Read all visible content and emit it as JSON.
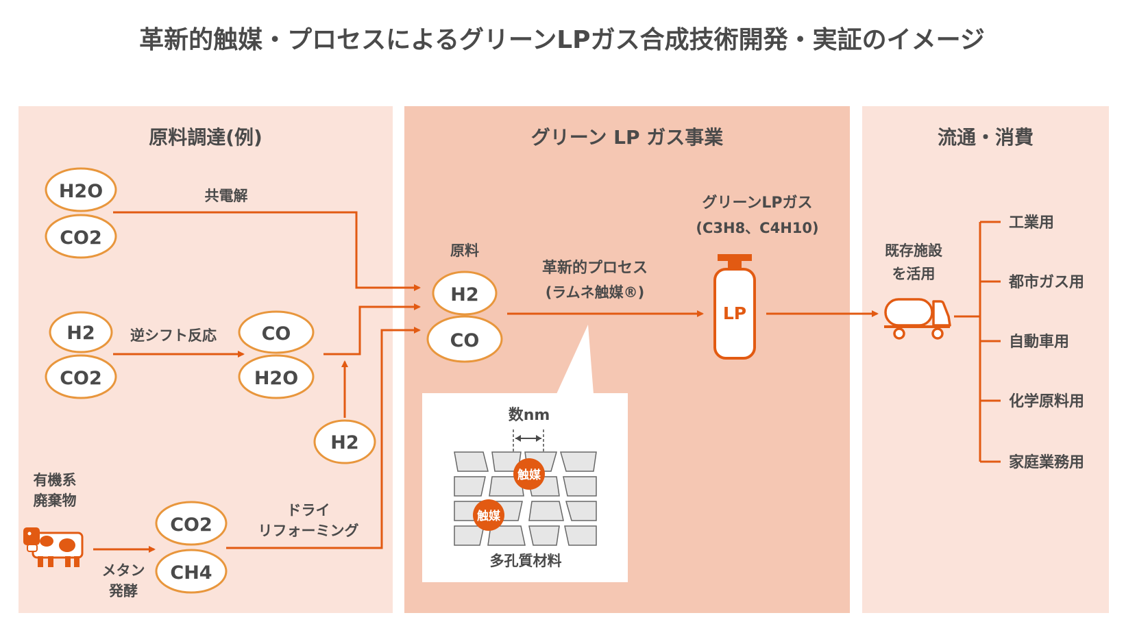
{
  "title": "革新的触媒・プロセスによるグリーンLPガス合成技術開発・実証のイメージ",
  "colors": {
    "panel_light": "#fbe3da",
    "panel_mid": "#f5c7b3",
    "accent": "#e25a12",
    "ellipse_border": "#e8963c",
    "text": "#4a4a4a"
  },
  "sections": {
    "raw": "原料調達(例)",
    "green": "グリーン LP ガス事業",
    "dist": "流通・消費"
  },
  "raw": {
    "h2o": "H2O",
    "co2": "CO2",
    "co_electrolysis": "共電解",
    "h2": "H2",
    "reverse_shift": "逆シフト反応",
    "co": "CO",
    "organic_waste_1": "有機系",
    "organic_waste_2": "廃棄物",
    "methane_1": "メタン",
    "methane_2": "発酵",
    "ch4": "CH4",
    "dry_1": "ドライ",
    "dry_2": "リフォーミング"
  },
  "green": {
    "feed_label": "原料",
    "h2": "H2",
    "co": "CO",
    "process_1": "革新的プロセス",
    "process_2": "(ラムネ触媒®)",
    "lpg_1": "グリーンLPガス",
    "lpg_2": "(C3H8、C4H10)",
    "cylinder": "LP",
    "inset_scale": "数nm",
    "catalyst": "触媒",
    "porous": "多孔質材料"
  },
  "dist": {
    "reuse_1": "既存施設",
    "reuse_2": "を活用",
    "uses": [
      "工業用",
      "都市ガス用",
      "自動車用",
      "化学原料用",
      "家庭業務用"
    ]
  }
}
